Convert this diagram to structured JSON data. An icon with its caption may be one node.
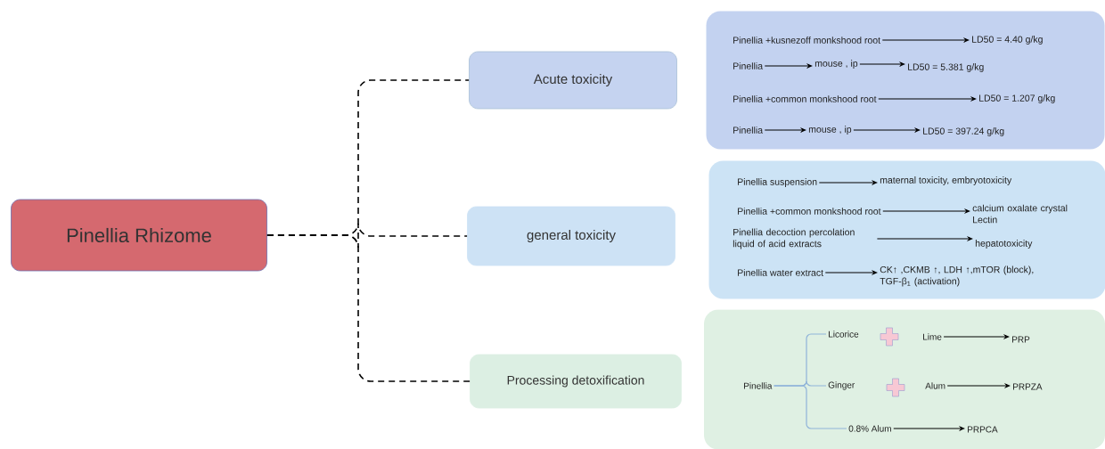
{
  "diagram": {
    "nodes": [
      {
        "text": [
          "Pinellia Rhizome"
        ]
      },
      {
        "text": [
          "Acute toxicity"
        ]
      },
      {
        "text": [
          "general toxicity"
        ]
      },
      {
        "text": [
          "Processing detoxification"
        ]
      },
      {
        "text": [],
        "shape": "box"
      },
      {
        "text": [
          "Pinellia +kusnezoff monkshood root"
        ],
        "in": 4
      },
      {
        "text": [
          "LD50 = 4.40 g/kg"
        ],
        "in": 4
      },
      {
        "text": [
          "Pinellia"
        ],
        "in": 4
      },
      {
        "text": [
          "mouse , ip"
        ],
        "in": 4
      },
      {
        "text": [
          "LD50 = 5.381 g/kg"
        ],
        "in": 4
      },
      {
        "text": [
          "Pinellia +common monkshood root"
        ],
        "in": 4
      },
      {
        "text": [
          "LD50 = 1.207 g/kg"
        ],
        "in": 4
      },
      {
        "text": [
          "Pinellia"
        ],
        "in": 4
      },
      {
        "text": [
          "mouse , ip"
        ],
        "in": 4
      },
      {
        "text": [
          "LD50 = 397.24 g/kg"
        ],
        "in": 4
      },
      {
        "text": [],
        "shape": "box"
      },
      {
        "text": [
          "Pinellia suspension"
        ],
        "in": 15
      },
      {
        "text": [
          "maternal toxicity, embryotoxicity"
        ],
        "in": 15
      },
      {
        "text": [
          "Pinellia +common monkshood root"
        ],
        "in": 15
      },
      {
        "text": [
          "calcium oxalate crystal Lectin"
        ],
        "in": 15
      },
      {
        "text": [
          "Pinellia decoction percolation liquid of acid extracts"
        ],
        "in": 15
      },
      {
        "text": [
          "hepatotoxicity"
        ],
        "in": 15
      },
      {
        "text": [
          "Pinellia water extract"
        ],
        "in": 15
      },
      {
        "text": [
          "CK↑ ,CKMB ↑, LDH ↑,mTOR (block), TGF-β$_{1}$ (activation)"
        ],
        "in": 15
      },
      {
        "text": [],
        "shape": "box"
      },
      {
        "text": [
          "Pinellia"
        ],
        "in": 24
      },
      {
        "text": [
          "Licorice"
        ],
        "in": 24
      },
      {
        "text": [
          "Lime"
        ],
        "in": 24
      },
      {
        "text": [
          "PRP"
        ],
        "in": 24
      },
      {
        "text": [
          "Ginger"
        ],
        "in": 24
      },
      {
        "text": [
          "Alum"
        ],
        "in": 24
      },
      {
        "text": [
          "PRPZA"
        ],
        "in": 24
      },
      {
        "text": [
          "0.8% Alum"
        ],
        "in": 24
      },
      {
        "text": [
          "PRPCA"
        ],
        "in": 24
      }
    ],
    "edges": [
      {
        "from": 0,
        "to": 1,
        "arrow": "none",
        "style": "dashed"
      },
      {
        "from": 0,
        "to": 2,
        "arrow": "none",
        "style": "dashed"
      },
      {
        "from": 0,
        "to": 3,
        "arrow": "none",
        "style": "dashed"
      },
      {
        "from": 5,
        "to": 6,
        "arrow": "to"
      },
      {
        "from": 7,
        "to": 8,
        "arrow": "to"
      },
      {
        "from": 8,
        "to": 9,
        "arrow": "to"
      },
      {
        "from": 10,
        "to": 11,
        "arrow": "to"
      },
      {
        "from": 12,
        "to": 13,
        "arrow": "to"
      },
      {
        "from": 13,
        "to": 14,
        "arrow": "to"
      },
      {
        "from": 16,
        "to": 17,
        "arrow": "to"
      },
      {
        "from": 18,
        "to": 19,
        "arrow": "to"
      },
      {
        "from": 20,
        "to": 21,
        "arrow": "to"
      },
      {
        "from": 22,
        "to": 23,
        "arrow": "to"
      },
      {
        "from": 25,
        "to": 26,
        "arrow": "none",
        "color": "#8fb3d9"
      },
      {
        "from": 25,
        "to": 29,
        "arrow": "none",
        "color": "#8fb3d9"
      },
      {
        "from": 25,
        "to": 32,
        "arrow": "none",
        "color": "#8fb3d9"
      },
      {
        "from": 27,
        "to": 28,
        "arrow": "to"
      },
      {
        "from": 30,
        "to": 31,
        "arrow": "to"
      },
      {
        "from": 32,
        "to": 33,
        "arrow": "to"
      }
    ]
  }
}
